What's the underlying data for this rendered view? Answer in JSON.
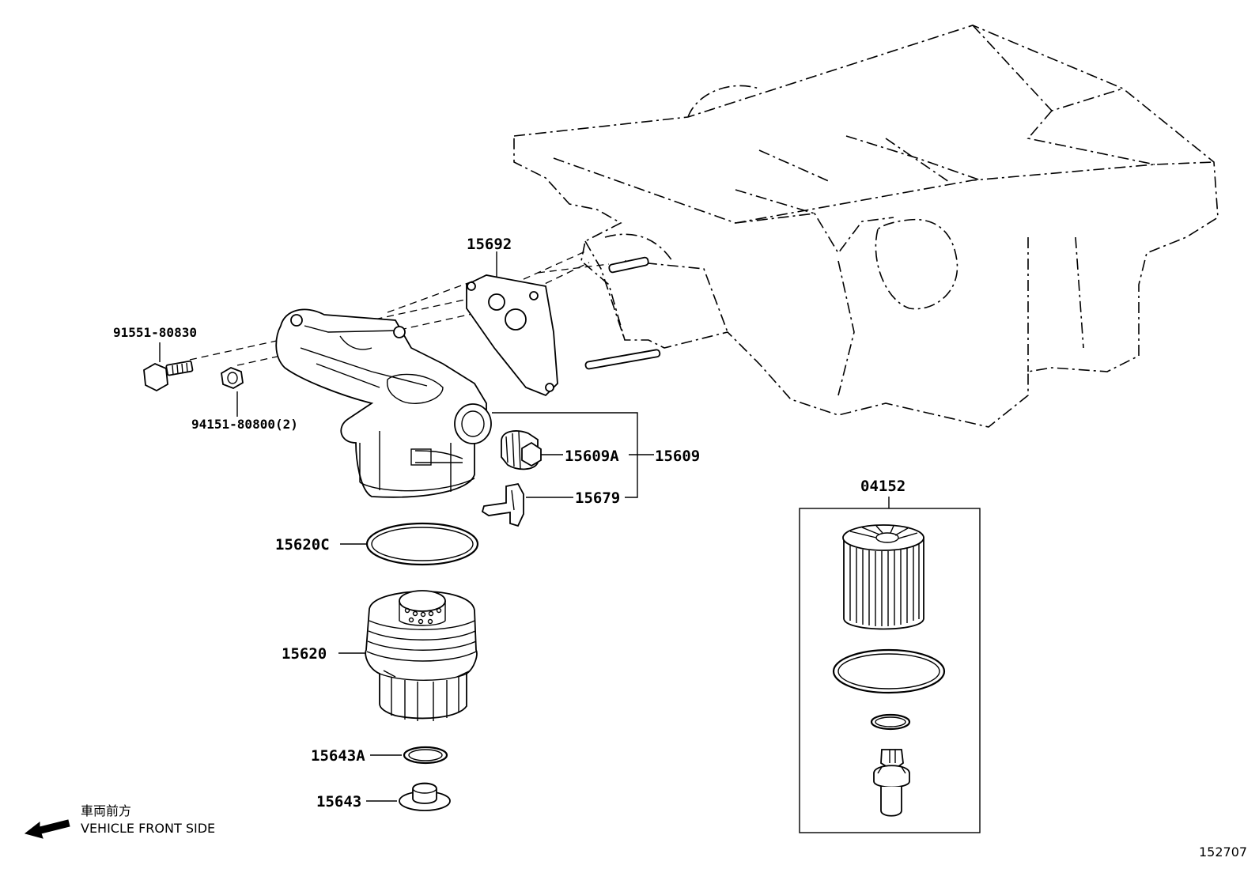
{
  "labels": {
    "p15692": "15692",
    "p91551": "91551-80830",
    "p94151": "94151-80800(2)",
    "p15609A": "15609A",
    "p15609": "15609",
    "p15679": "15679",
    "p15620C": "15620C",
    "p15620": "15620",
    "p15643A": "15643A",
    "p15643": "15643",
    "p04152": "04152"
  },
  "legend": {
    "jp": "車両前方",
    "en": "VEHICLE FRONT SIDE",
    "icon": "arrow-left-icon"
  },
  "diagram_id": "152707"
}
